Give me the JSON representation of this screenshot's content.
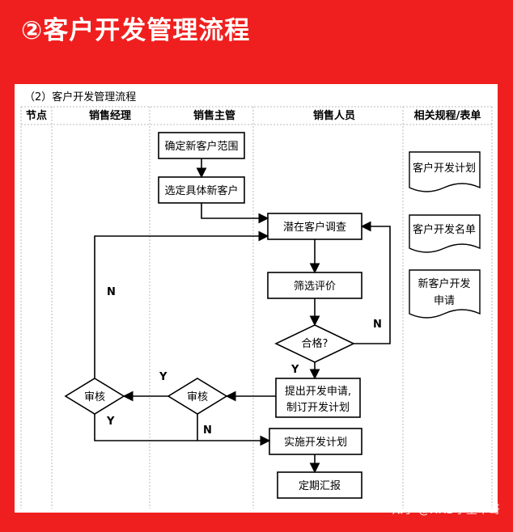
{
  "banner": {
    "title": "②客户开发管理流程"
  },
  "diagram": {
    "caption": "（2）客户开发管理流程",
    "columns": [
      "节点",
      "销售经理",
      "销售主管",
      "销售人员",
      "相关规程/表单"
    ],
    "nodes": {
      "define_scope": "确定新客户范围",
      "select_customer": "选定具体新客户",
      "potential_survey": "潜在客户调查",
      "screen_evaluate": "筛选评价",
      "qualified": "合格?",
      "propose_line1": "提出开发申请,",
      "propose_line2": "制订开发计划",
      "review_supervisor": "审核",
      "review_manager": "审核",
      "implement": "实施开发计划",
      "report": "定期汇报"
    },
    "labels": {
      "n_manager_loop": "N",
      "n_qualified": "N",
      "y_qualified": "Y",
      "y_supervisor": "Y",
      "y_manager": "Y",
      "n_supervisor": "N"
    },
    "documents": {
      "doc1": "客户开发计划",
      "doc2": "客户开发名单",
      "doc3_line1": "新客户开发",
      "doc3_line2": "申请"
    }
  },
  "watermark": "知乎 @HRD学堂牛哥"
}
